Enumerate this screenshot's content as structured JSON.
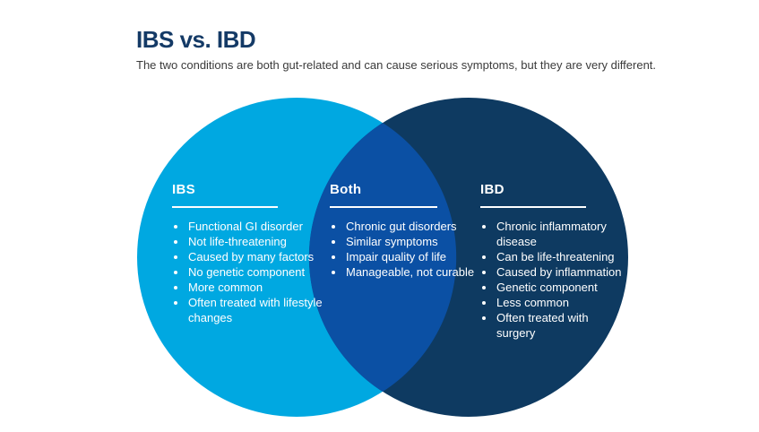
{
  "header": {
    "title": "IBS vs. IBD",
    "subtitle": "The two conditions are both gut-related and can cause serious symptoms, but they are very different."
  },
  "venn": {
    "left": {
      "label": "IBS",
      "items": [
        "Functional GI disorder",
        "Not life-threatening",
        "Caused by many factors",
        "No genetic component",
        "More common",
        "Often treated with lifestyle changes"
      ]
    },
    "middle": {
      "label": "Both",
      "items": [
        "Chronic gut disorders",
        "Similar symptoms",
        "Impair quality of life",
        "Manageable, not curable"
      ]
    },
    "right": {
      "label": "IBD",
      "items": [
        "Chronic inflammatory disease",
        "Can be life-threatening",
        "Caused by inflammation",
        "Genetic component",
        "Less common",
        "Often treated with surgery"
      ]
    },
    "colors": {
      "left_circle": "#00a8e1",
      "right_circle": "#0e3a61",
      "overlap": "#0b50a4",
      "title_text": "#143a66",
      "subtitle_text": "#3b3b3b",
      "list_text": "#ffffff"
    }
  }
}
